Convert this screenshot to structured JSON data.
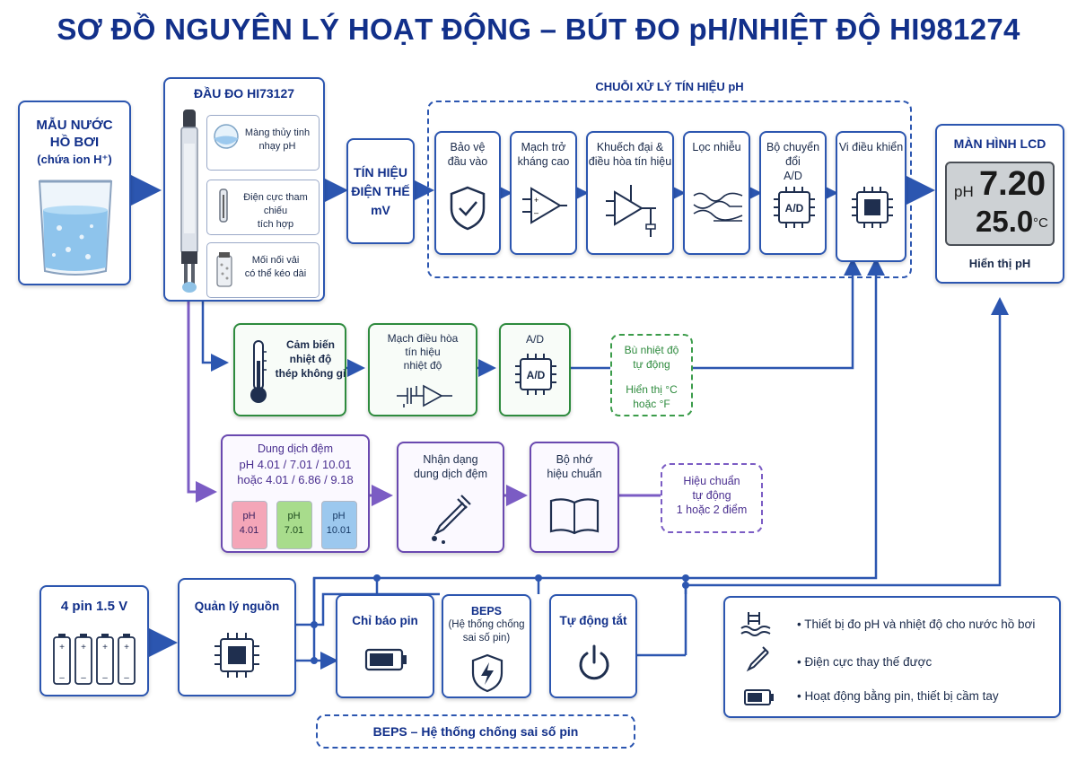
{
  "title": "SƠ ĐỒ NGUYÊN LÝ HOẠT ĐỘNG – BÚT ĐO pH/NHIỆT ĐỘ HI981274",
  "sample": {
    "line1": "MẪU NƯỚC",
    "line2": "HỒ BƠI",
    "line3": "(chứa ion H⁺)"
  },
  "probe": {
    "title": "ĐẦU ĐO HI73127",
    "items": [
      {
        "line1": "Màng thủy tinh",
        "line2": "nhạy pH"
      },
      {
        "line1": "Điện cực tham chiếu",
        "line2": "tích hợp"
      },
      {
        "line1": "Mối nối vải",
        "line2": "có thể kéo dài"
      }
    ]
  },
  "signal": {
    "line1": "TÍN HIỆU",
    "line2": "ĐIỆN THẾ",
    "line3": "mV"
  },
  "chain": {
    "title": "CHUỖI XỬ LÝ TÍN HIỆU pH",
    "stages": [
      {
        "line1": "Bảo vệ",
        "line2": "đầu vào"
      },
      {
        "line1": "Mạch trở",
        "line2": "kháng cao"
      },
      {
        "line1": "Khuếch đại &",
        "line2": "điều hòa tín hiệu"
      },
      {
        "line1": "Lọc nhiễu",
        "line2": ""
      },
      {
        "line1": "Bộ chuyển đổi",
        "line2": "A/D"
      },
      {
        "line1": "Vi điều khiển",
        "line2": ""
      }
    ],
    "ad_chip_label": "A/D"
  },
  "lcd": {
    "title": "MÀN HÌNH LCD",
    "ph_unit": "pH",
    "ph_value": "7.20",
    "temp_value": "25.0",
    "temp_unit": "°C",
    "caption": "Hiển thị pH"
  },
  "temperature": {
    "sensor": {
      "line1": "Cảm biến",
      "line2": "nhiệt độ",
      "line3": "thép không gỉ"
    },
    "conditioning": {
      "line1": "Mạch điều hòa",
      "line2": "tín hiệu",
      "line3": "nhiệt độ"
    },
    "ad": {
      "title": "A/D",
      "chip": "A/D"
    },
    "compensation": {
      "line1": "Bù nhiệt độ",
      "line2": "tự động",
      "line3": "Hiển thị °C",
      "line4": "hoặc °F"
    }
  },
  "calibration": {
    "buffers": {
      "line1": "Dung dịch đệm",
      "line2": "pH 4.01 / 7.01 / 10.01",
      "line3": "hoặc 4.01 / 6.86 / 9.18"
    },
    "bottles": [
      {
        "label": "pH",
        "value": "4.01",
        "color": "#f4a6b8"
      },
      {
        "label": "pH",
        "value": "7.01",
        "color": "#a8dc8c"
      },
      {
        "label": "pH",
        "value": "10.01",
        "color": "#9cc8ee"
      }
    ],
    "recognition": {
      "line1": "Nhận dạng",
      "line2": "dung dịch đệm"
    },
    "memory": {
      "line1": "Bộ nhớ",
      "line2": "hiệu chuẩn"
    },
    "auto": {
      "line1": "Hiệu chuẩn",
      "line2": "tự động",
      "line3": "1 hoặc 2 điểm"
    }
  },
  "power": {
    "battery": "4 pin 1.5 V",
    "manager": "Quản lý nguồn",
    "indicator": "Chỉ báo pin",
    "beps": {
      "line1": "BEPS",
      "line2": "(Hệ thống chống",
      "line3": "sai số pin)"
    },
    "autooff": "Tự động tắt",
    "beps_caption": "BEPS – Hệ thống chống sai số pin"
  },
  "legend": [
    {
      "icon": "pool-icon",
      "text": "Thiết bị đo pH và nhiệt độ cho nước hồ bơi"
    },
    {
      "icon": "dropper-icon",
      "text": "Điện cực thay thế được"
    },
    {
      "icon": "battery-icon",
      "text": "Hoạt động bằng pin, thiết bị cầm tay"
    }
  ],
  "colors": {
    "blue": "#2c56b0",
    "navy": "#12308a",
    "green": "#2e8b3e",
    "purple": "#6a49b0"
  }
}
